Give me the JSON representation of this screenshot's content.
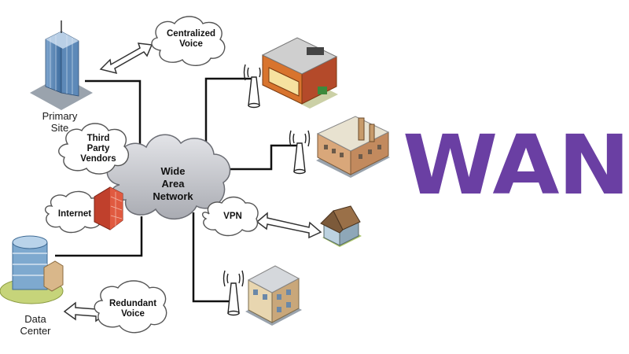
{
  "title": "WAN",
  "colors": {
    "accent": "#6a3fa3",
    "line": "#111111",
    "cloud_fill": "#c9cbd0"
  },
  "network": {
    "core_cloud": {
      "lines": [
        "Wide",
        "Area",
        "Network"
      ]
    },
    "callouts": {
      "centralized_voice": {
        "lines": [
          "Centralized",
          "Voice"
        ]
      },
      "third_party": {
        "lines": [
          "Third",
          "Party",
          "Vendors"
        ]
      },
      "internet": {
        "lines": [
          "Internet"
        ]
      },
      "vpn": {
        "lines": [
          "VPN"
        ]
      },
      "redundant_voice": {
        "lines": [
          "Redundant",
          "Voice"
        ]
      }
    },
    "sites": {
      "primary": {
        "lines": [
          "Primary",
          "Site"
        ]
      },
      "data_center": {
        "lines": [
          "Data",
          "Center"
        ]
      }
    }
  }
}
